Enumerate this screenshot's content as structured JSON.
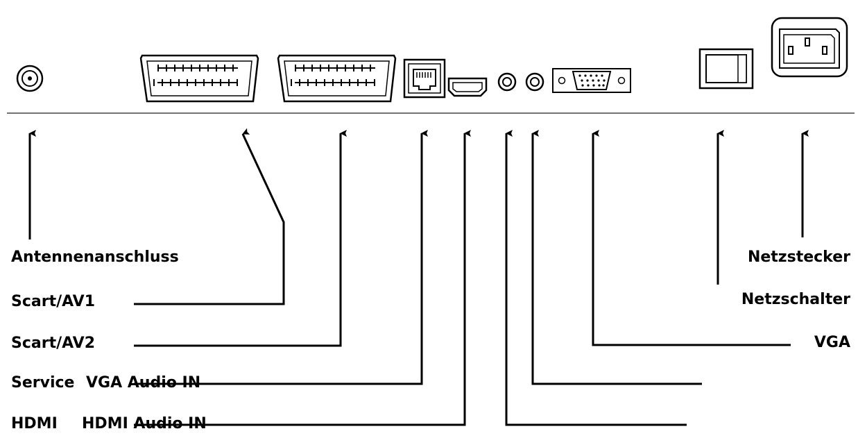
{
  "labels": {
    "antenna": "Antennenanschluss",
    "scart1": "Scart/AV1",
    "scart2": "Scart/AV2",
    "service": "Service",
    "vga_audio": "VGA Audio IN",
    "hdmi": "HDMI",
    "hdmi_audio": "HDMI Audio IN",
    "power_plug": "Netzstecker",
    "power_switch": "Netzschalter",
    "vga": "VGA"
  },
  "colors": {
    "line": "#000000",
    "background": "#ffffff"
  }
}
